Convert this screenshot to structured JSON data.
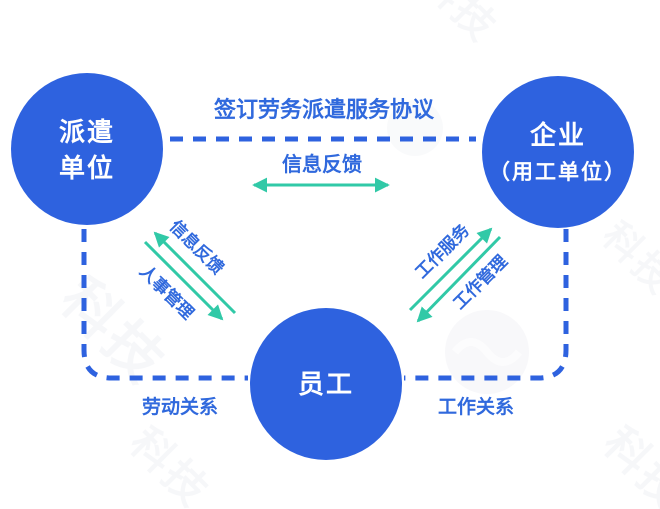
{
  "diagram": {
    "nodes": {
      "dispatch_unit": {
        "line1": "派遣",
        "line2": "单位"
      },
      "enterprise": {
        "line1": "企业",
        "line2": "（用工单位）"
      },
      "employee": {
        "label": "员工"
      }
    },
    "edges": {
      "agreement_label": "签订劳务派遣服务协议",
      "feedback_top_label": "信息反馈",
      "feedback_left_label": "信息反馈",
      "hr_management_label": "人事管理",
      "work_service_label": "工作服务",
      "work_management_label": "工作管理",
      "labor_relation_label": "劳动关系",
      "work_relation_label": "工作关系"
    },
    "colors": {
      "node_blue": "#2e62df",
      "dash_blue": "#2e62df",
      "label_blue": "#3069dd",
      "arrow_teal": "#31c9a7",
      "background": "#ffffff",
      "watermark_gray": "#7d88ad"
    },
    "watermark": {
      "text": "科技"
    }
  }
}
